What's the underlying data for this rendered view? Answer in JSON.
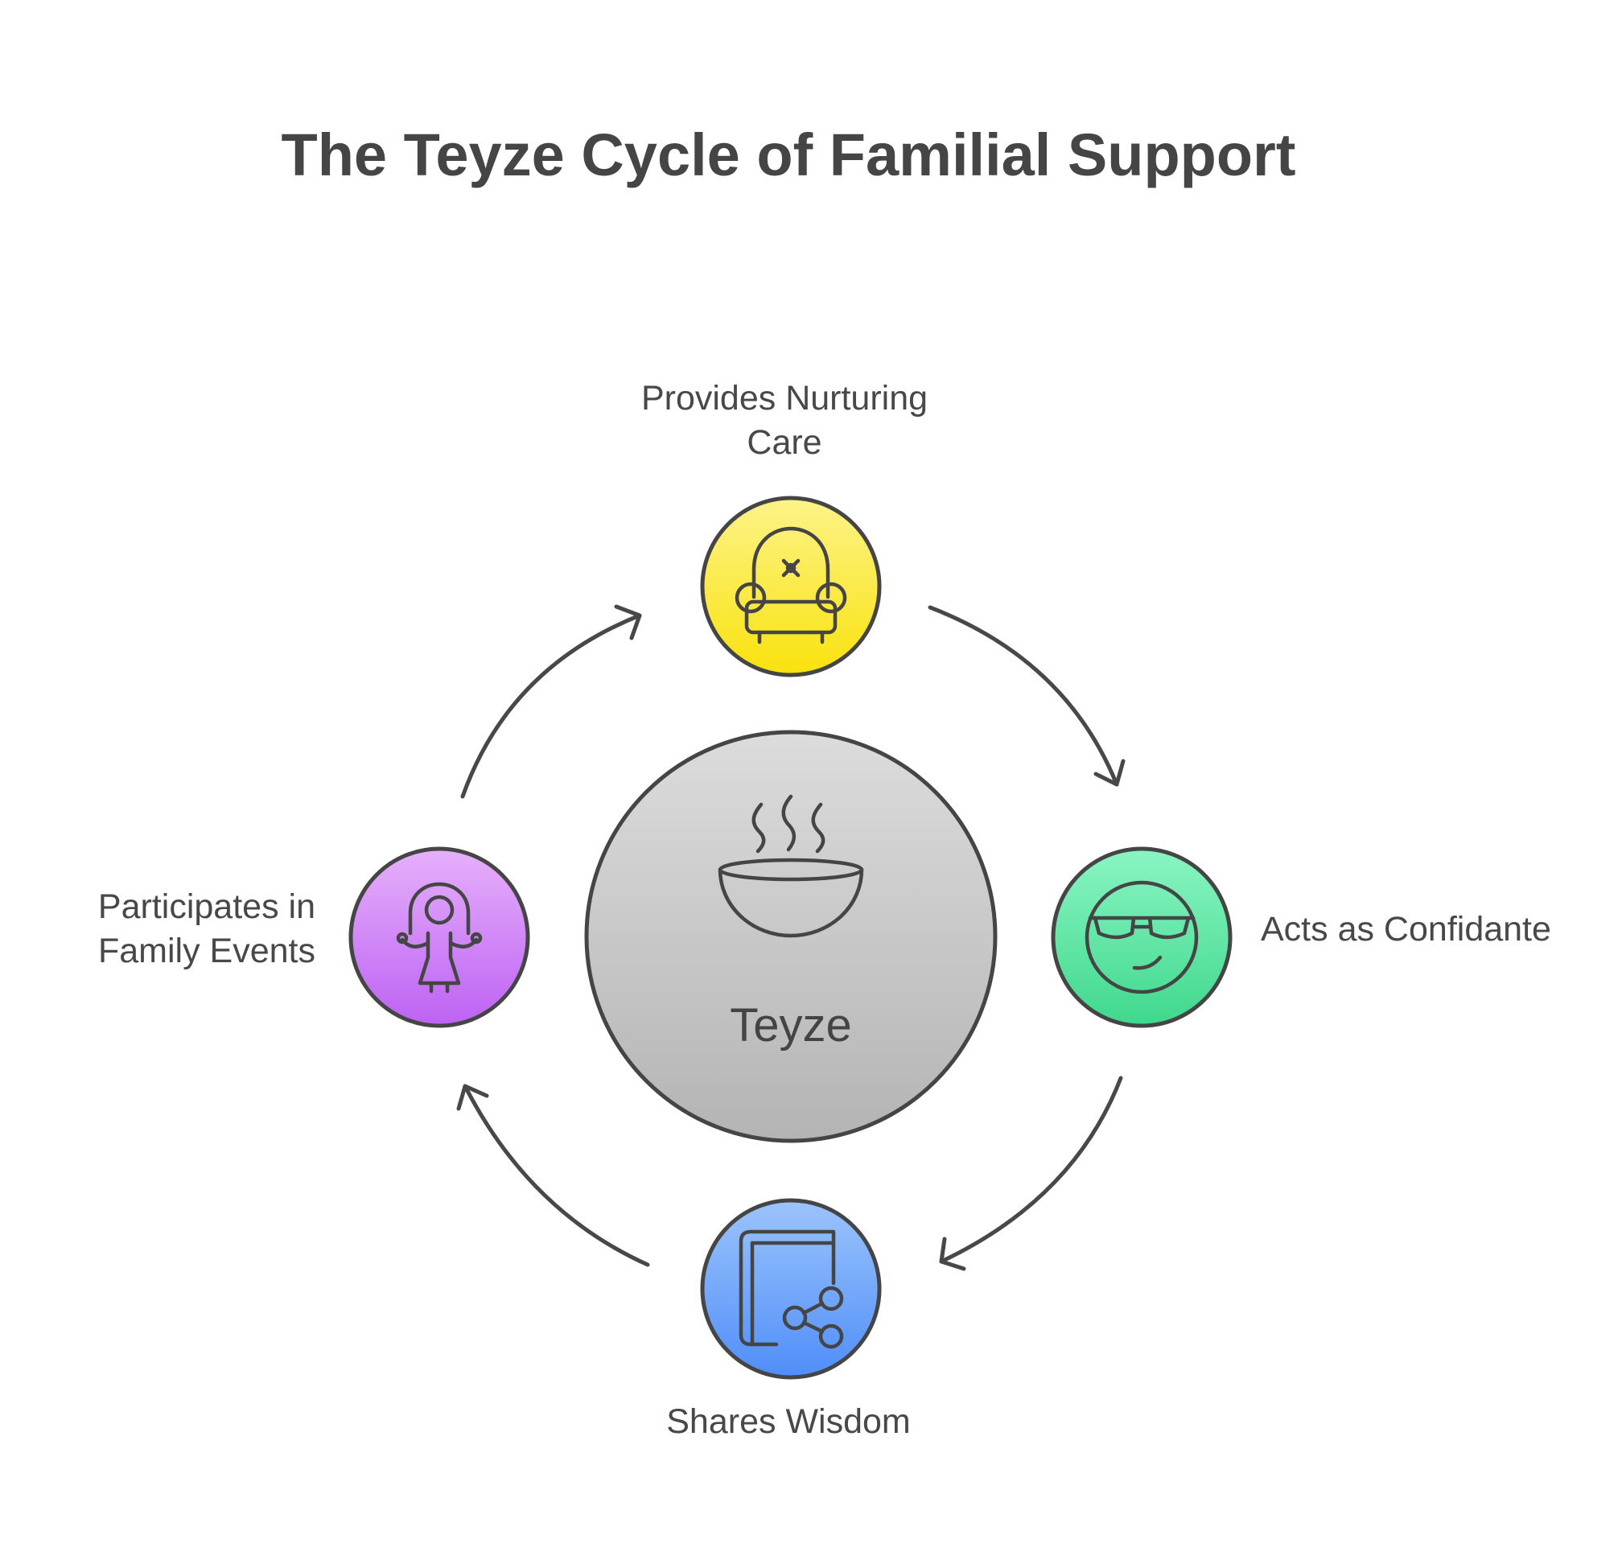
{
  "title": "The Teyze Cycle of Familial Support",
  "center": {
    "label": "Teyze",
    "icon": "steaming-bowl-icon",
    "color": "#c8c8c8"
  },
  "steps": [
    {
      "id": "top",
      "lines": [
        "Provides Nurturing",
        "Care"
      ],
      "icon": "armchair-icon",
      "color": "#fbe83a"
    },
    {
      "id": "right",
      "lines": [
        "Acts as Confidante"
      ],
      "icon": "sunglasses-face-icon",
      "color": "#5de0a2"
    },
    {
      "id": "bottom",
      "lines": [
        "Shares Wisdom"
      ],
      "icon": "book-share-icon",
      "color": "#6fa6fb"
    },
    {
      "id": "left",
      "lines": [
        "Participates in",
        "Family Events"
      ],
      "icon": "child-jump-rope-icon",
      "color": "#cb7ef7"
    }
  ],
  "cycle_direction": "clockwise"
}
